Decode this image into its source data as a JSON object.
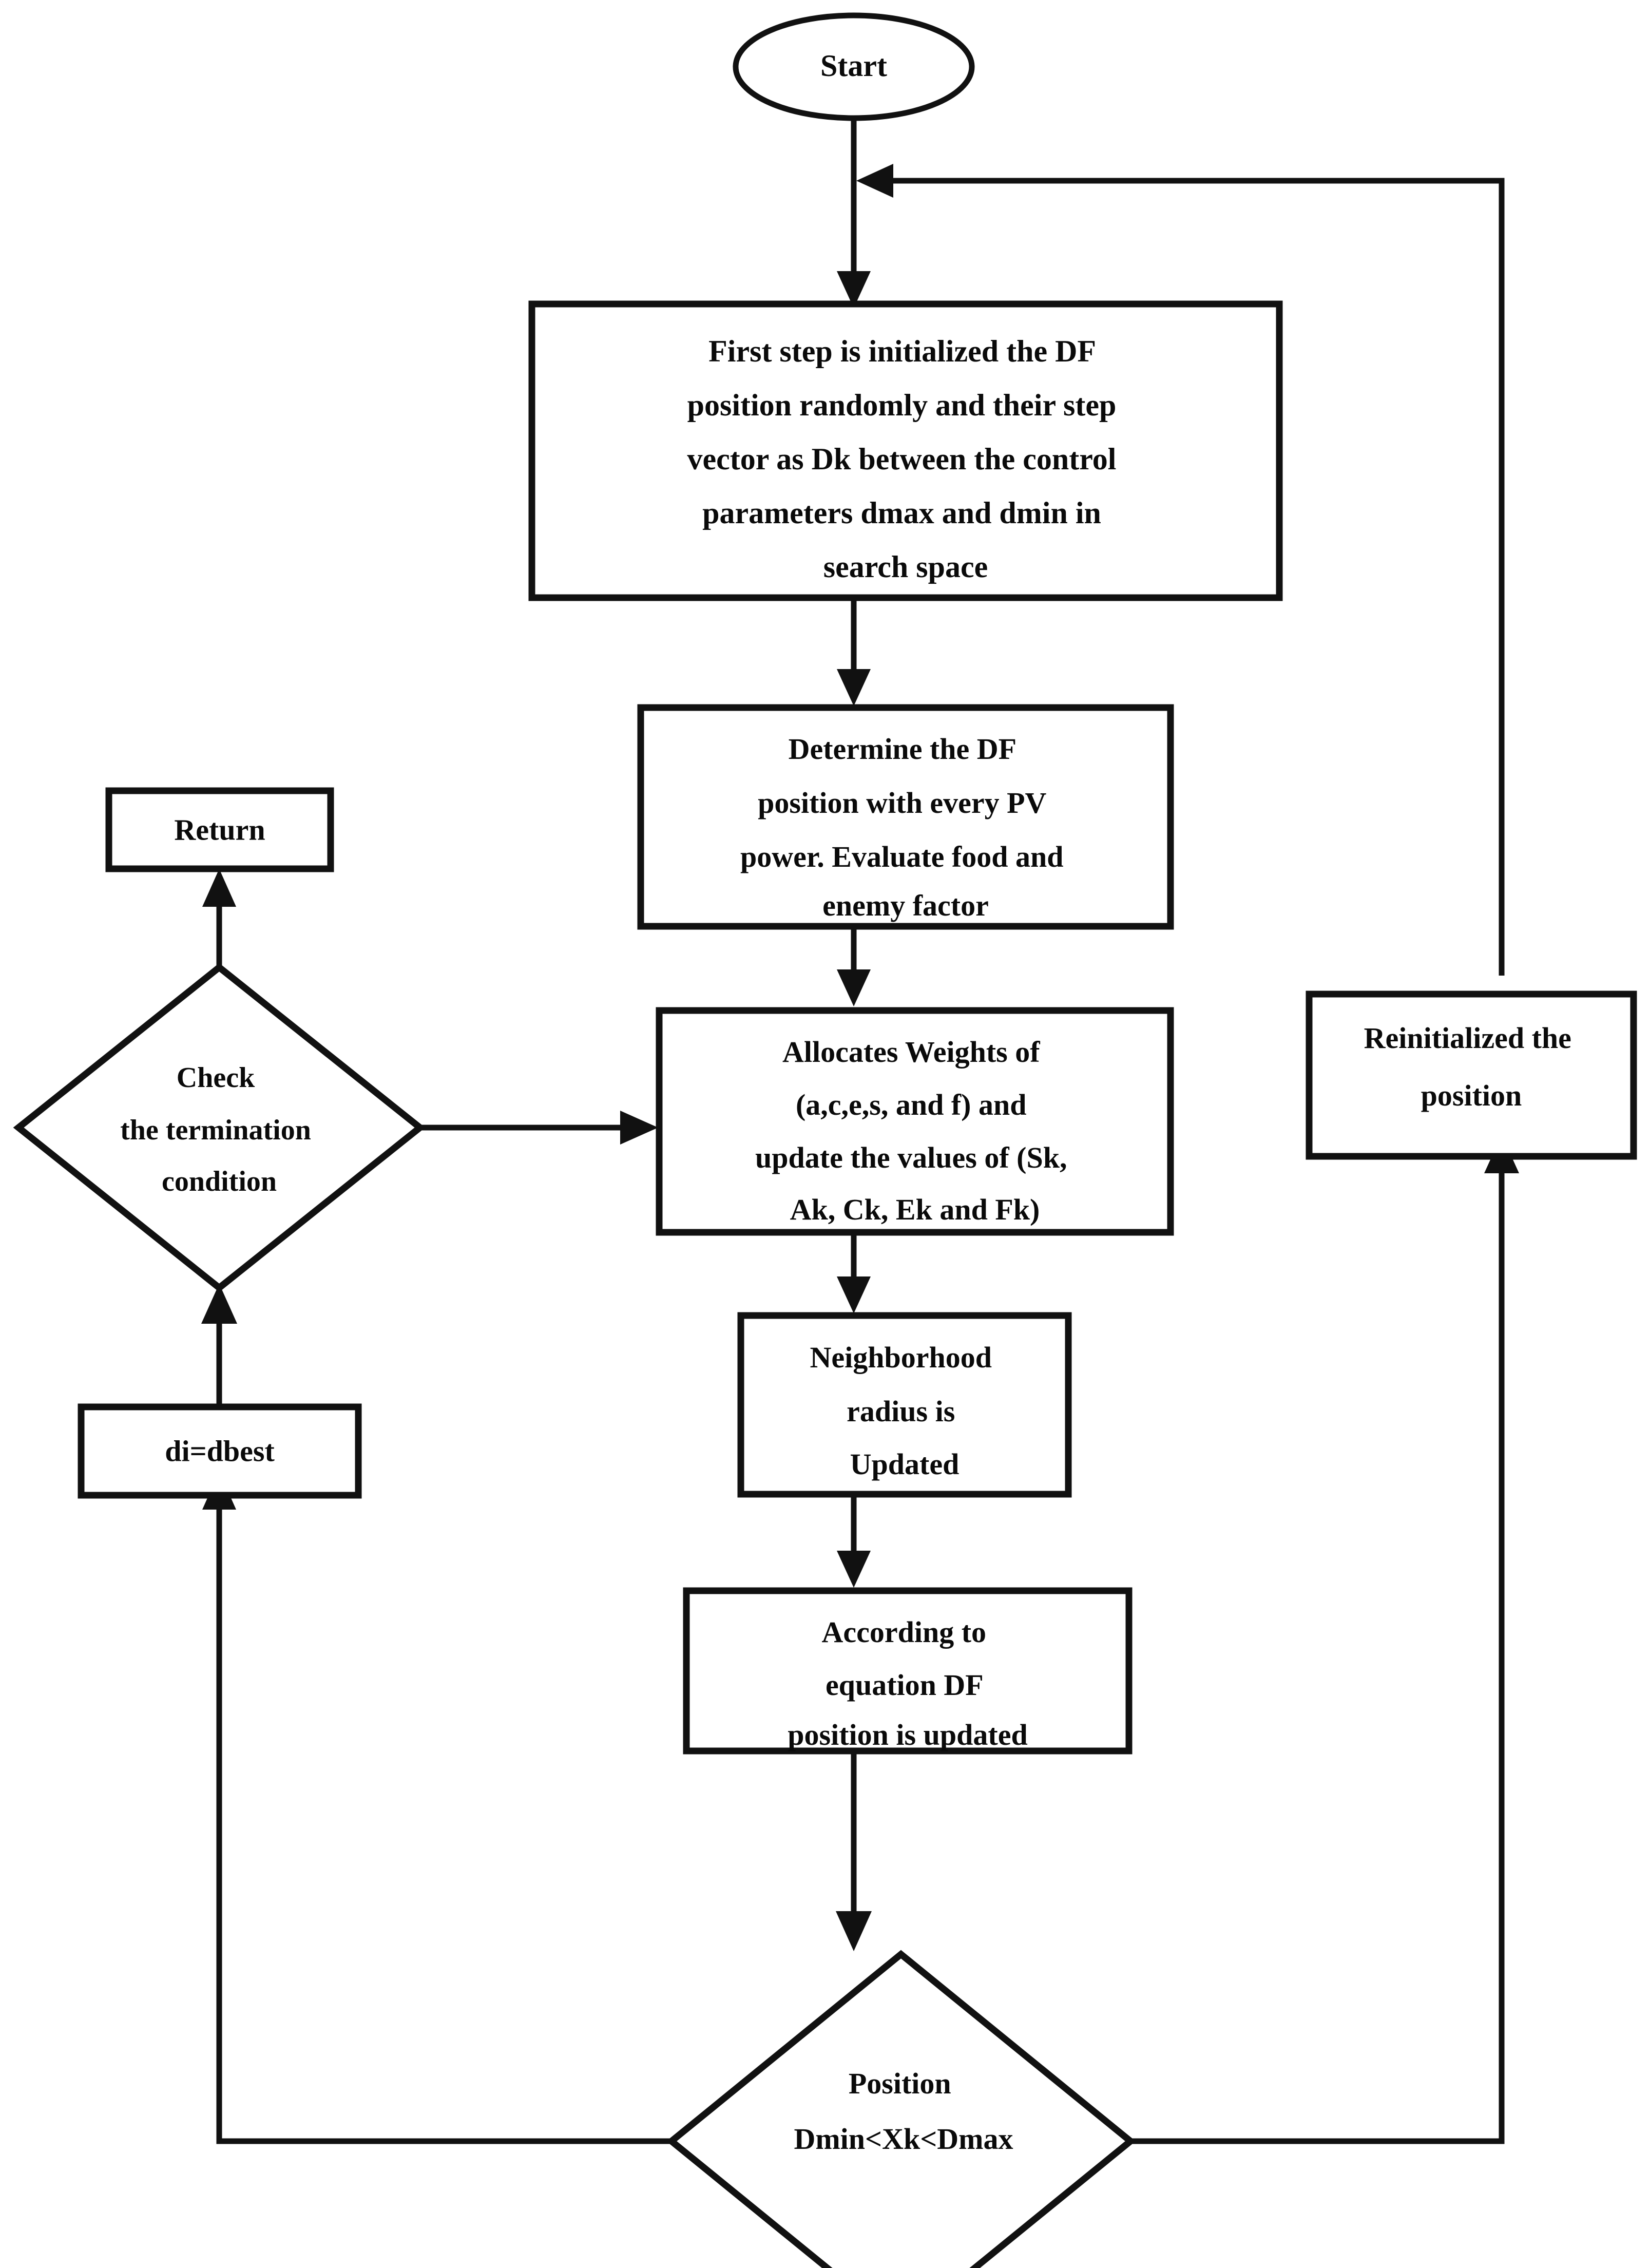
{
  "diagram": {
    "title": "Dragonfly Algorithm (DF) Flowchart",
    "background_color": "#ffffff",
    "line_color": "#111111",
    "text_color": "#0a0a0a"
  },
  "nodes": {
    "start": {
      "id": "start",
      "shape": "ellipse",
      "label": "Start"
    },
    "init": {
      "id": "init",
      "shape": "rectangle",
      "lines": [
        "First step is initialized the DF",
        "position randomly and their step",
        "vector as Dk between the control",
        "parameters dmax and dmin in",
        "search space"
      ]
    },
    "determine": {
      "id": "determine",
      "shape": "rectangle",
      "lines": [
        "Determine the DF",
        "position with every PV",
        "power. Evaluate food and",
        "enemy factor"
      ]
    },
    "allocate": {
      "id": "allocate",
      "shape": "rectangle",
      "lines": [
        "Allocates Weights of",
        "(a,c,e,s, and f) and",
        "update the values of (Sk,",
        "Ak, Ck, Ek and Fk)"
      ]
    },
    "neighborhood": {
      "id": "neighborhood",
      "shape": "rectangle",
      "lines": [
        "Neighborhood",
        "radius is",
        "Updated"
      ]
    },
    "equation": {
      "id": "equation",
      "shape": "rectangle",
      "lines": [
        "According to",
        "equation DF",
        "position is updated"
      ]
    },
    "position_check": {
      "id": "position_check",
      "shape": "diamond",
      "lines": [
        "Position",
        "Dmin<Xk<Dmax"
      ]
    },
    "reinitialize": {
      "id": "reinitialize",
      "shape": "rectangle",
      "lines": [
        "Reinitialized the",
        "position"
      ]
    },
    "termination_check": {
      "id": "termination_check",
      "shape": "diamond",
      "lines": [
        "Check",
        "the termination",
        "condition"
      ]
    },
    "dbest": {
      "id": "dbest",
      "shape": "rectangle",
      "lines": [
        "di=dbest"
      ]
    },
    "return": {
      "id": "return",
      "shape": "rectangle",
      "lines": [
        "Return"
      ]
    }
  },
  "edges": [
    {
      "id": "start-to-init",
      "from": "start",
      "to": "init",
      "arrow": true,
      "label": ""
    },
    {
      "id": "init-to-determine",
      "from": "init",
      "to": "determine",
      "arrow": true,
      "label": ""
    },
    {
      "id": "determine-to-allocate",
      "from": "determine",
      "to": "allocate",
      "arrow": true,
      "label": ""
    },
    {
      "id": "allocate-to-neighborhood",
      "from": "allocate",
      "to": "neighborhood",
      "arrow": true,
      "label": ""
    },
    {
      "id": "neighborhood-to-equation",
      "from": "neighborhood",
      "to": "equation",
      "arrow": true,
      "label": ""
    },
    {
      "id": "equation-to-position-check",
      "from": "equation",
      "to": "position_check",
      "arrow": true,
      "label": ""
    },
    {
      "id": "position-check-right-to-reinitialize",
      "from": "position_check",
      "to": "reinitialize",
      "arrow": true,
      "label": ""
    },
    {
      "id": "reinitialize-to-top-loop",
      "from": "reinitialize",
      "to": "init",
      "arrow": true,
      "label": ""
    },
    {
      "id": "position-check-left-to-dbest",
      "from": "position_check",
      "to": "dbest",
      "arrow": true,
      "label": ""
    },
    {
      "id": "dbest-to-termination-check",
      "from": "dbest",
      "to": "termination_check",
      "arrow": true,
      "label": ""
    },
    {
      "id": "termination-check-to-return",
      "from": "termination_check",
      "to": "return",
      "arrow": true,
      "label": ""
    },
    {
      "id": "termination-check-to-allocate",
      "from": "termination_check",
      "to": "allocate",
      "arrow": true,
      "label": ""
    }
  ]
}
